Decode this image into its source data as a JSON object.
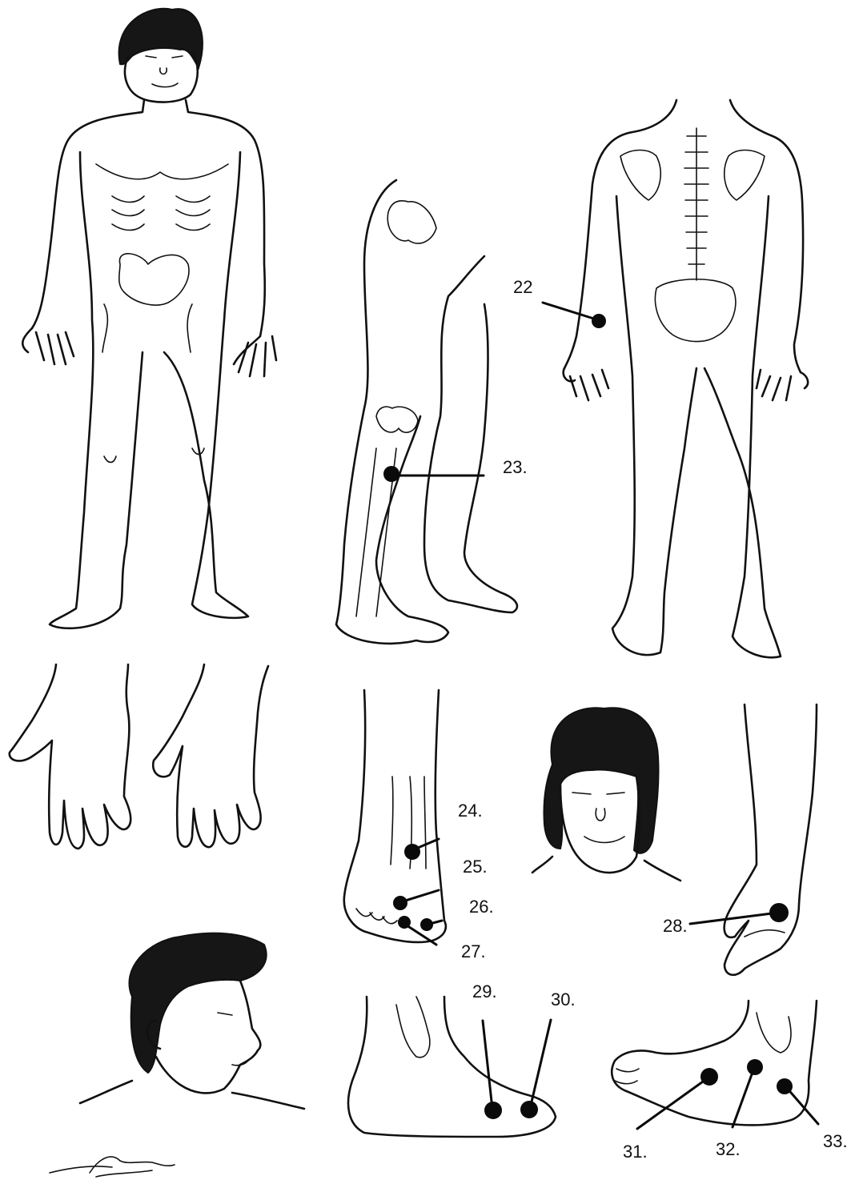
{
  "figures": [
    {
      "name": "front-body"
    },
    {
      "name": "side-leg"
    },
    {
      "name": "back-body"
    },
    {
      "name": "hands"
    },
    {
      "name": "foot-top"
    },
    {
      "name": "face-front"
    },
    {
      "name": "hand-side"
    },
    {
      "name": "head-profile"
    },
    {
      "name": "foot-inner"
    },
    {
      "name": "foot-outer"
    }
  ],
  "markers": [
    {
      "id": "22",
      "label": "22",
      "figure": "back-body"
    },
    {
      "id": "23",
      "label": "23.",
      "figure": "side-leg"
    },
    {
      "id": "24",
      "label": "24.",
      "figure": "foot-top"
    },
    {
      "id": "25",
      "label": "25.",
      "figure": "foot-top"
    },
    {
      "id": "26",
      "label": "26.",
      "figure": "foot-top"
    },
    {
      "id": "27",
      "label": "27.",
      "figure": "foot-top"
    },
    {
      "id": "28",
      "label": "28.",
      "figure": "hand-side"
    },
    {
      "id": "29",
      "label": "29.",
      "figure": "foot-inner"
    },
    {
      "id": "30",
      "label": "30.",
      "figure": "foot-inner"
    },
    {
      "id": "31",
      "label": "31.",
      "figure": "foot-outer"
    },
    {
      "id": "32",
      "label": "32.",
      "figure": "foot-outer"
    },
    {
      "id": "33",
      "label": "33.",
      "figure": "foot-outer"
    }
  ],
  "signature": {
    "kind": "artist-signature"
  }
}
